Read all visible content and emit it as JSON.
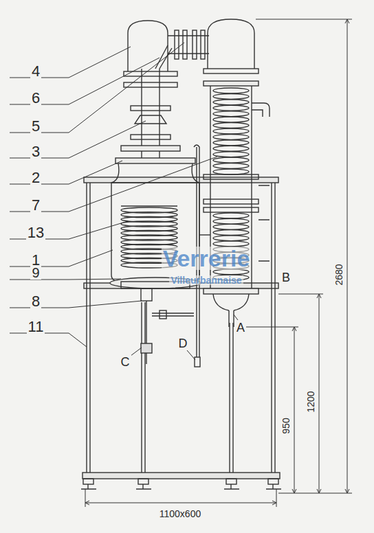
{
  "diagram": {
    "labels": [
      "4",
      "6",
      "5",
      "3",
      "2",
      "7",
      "13",
      "1",
      "9",
      "8",
      "11",
      "C",
      "D",
      "A",
      "B",
      "2680",
      "1200",
      "950",
      "1100x600",
      "Verrerie",
      "Villeurbannaise"
    ]
  }
}
